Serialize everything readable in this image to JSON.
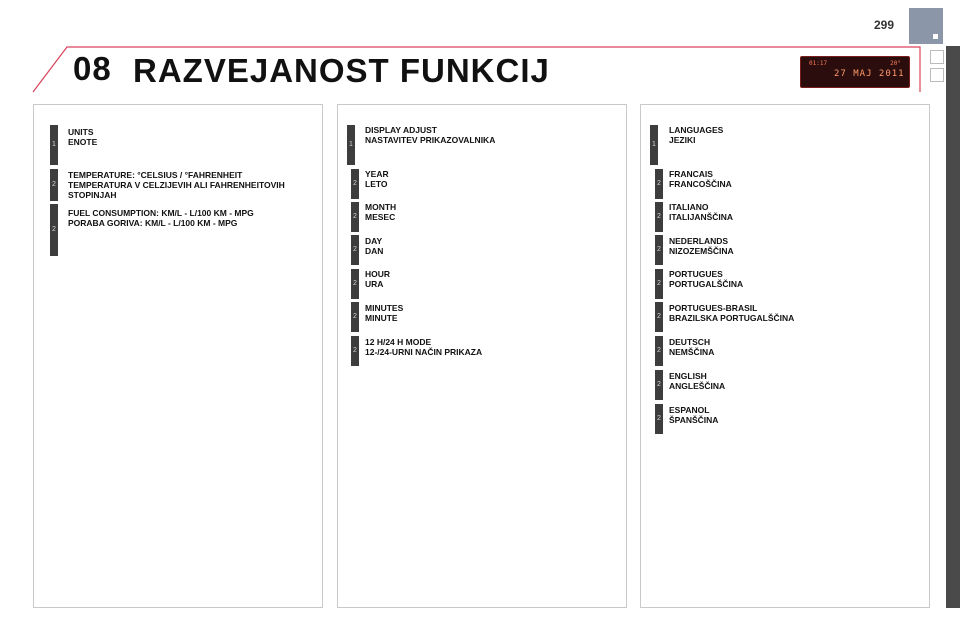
{
  "page": {
    "number": "299",
    "chapter_number": "08",
    "chapter_title": "RAZVEJANOST FUNKCIJ"
  },
  "display": {
    "time": "01:17",
    "temp": "20°",
    "date": "27 MAJ 2011"
  },
  "colors": {
    "header_line": "#d9435c",
    "level_bar": "#3d3d3d",
    "tab": "#8b96a8"
  },
  "columns": [
    {
      "entries": [
        {
          "level": "1",
          "lines": [
            "UNITS",
            "ENOTE"
          ]
        },
        {
          "level": "2",
          "lines": [
            "TEMPERATURE: °CELSIUS / °FAHRENHEIT",
            "TEMPERATURA V CELZIJEVIH ALI FAHRENHEITOVIH",
            "STOPINJAH"
          ]
        },
        {
          "level": "2",
          "lines": [
            "FUEL CONSUMPTION: KM/L - L/100 KM - MPG",
            "PORABA GORIVA: KM/L - L/100 KM - MPG"
          ]
        }
      ]
    },
    {
      "entries": [
        {
          "level": "1",
          "lines": [
            "DISPLAY ADJUST",
            "NASTAVITEV PRIKAZOVALNIKA"
          ]
        },
        {
          "level": "2",
          "lines": [
            "YEAR",
            "LETO"
          ]
        },
        {
          "level": "2",
          "lines": [
            "MONTH",
            "MESEC"
          ]
        },
        {
          "level": "2",
          "lines": [
            "DAY",
            "DAN"
          ]
        },
        {
          "level": "2",
          "lines": [
            "HOUR",
            "URA"
          ]
        },
        {
          "level": "2",
          "lines": [
            "MINUTES",
            "MINUTE"
          ]
        },
        {
          "level": "2",
          "lines": [
            "12 H/24 H MODE",
            "12-/24-URNI NAČIN PRIKAZA"
          ]
        }
      ]
    },
    {
      "entries": [
        {
          "level": "1",
          "lines": [
            "LANGUAGES",
            "JEZIKI"
          ]
        },
        {
          "level": "2",
          "lines": [
            "FRANCAIS",
            "FRANCOŠČINA"
          ]
        },
        {
          "level": "2",
          "lines": [
            "ITALIANO",
            "ITALIJANŠČINA"
          ]
        },
        {
          "level": "2",
          "lines": [
            "NEDERLANDS",
            "NIZOZEMŠČINA"
          ]
        },
        {
          "level": "2",
          "lines": [
            "PORTUGUES",
            "PORTUGALŠČINA"
          ]
        },
        {
          "level": "2",
          "lines": [
            "PORTUGUES-BRASIL",
            "BRAZILSKA PORTUGALŠČINA"
          ]
        },
        {
          "level": "2",
          "lines": [
            "DEUTSCH",
            "NEMŠČINA"
          ]
        },
        {
          "level": "2",
          "lines": [
            "ENGLISH",
            "ANGLEŠČINA"
          ]
        },
        {
          "level": "2",
          "lines": [
            "ESPANOL",
            "ŠPANŠČINA"
          ]
        }
      ]
    }
  ]
}
